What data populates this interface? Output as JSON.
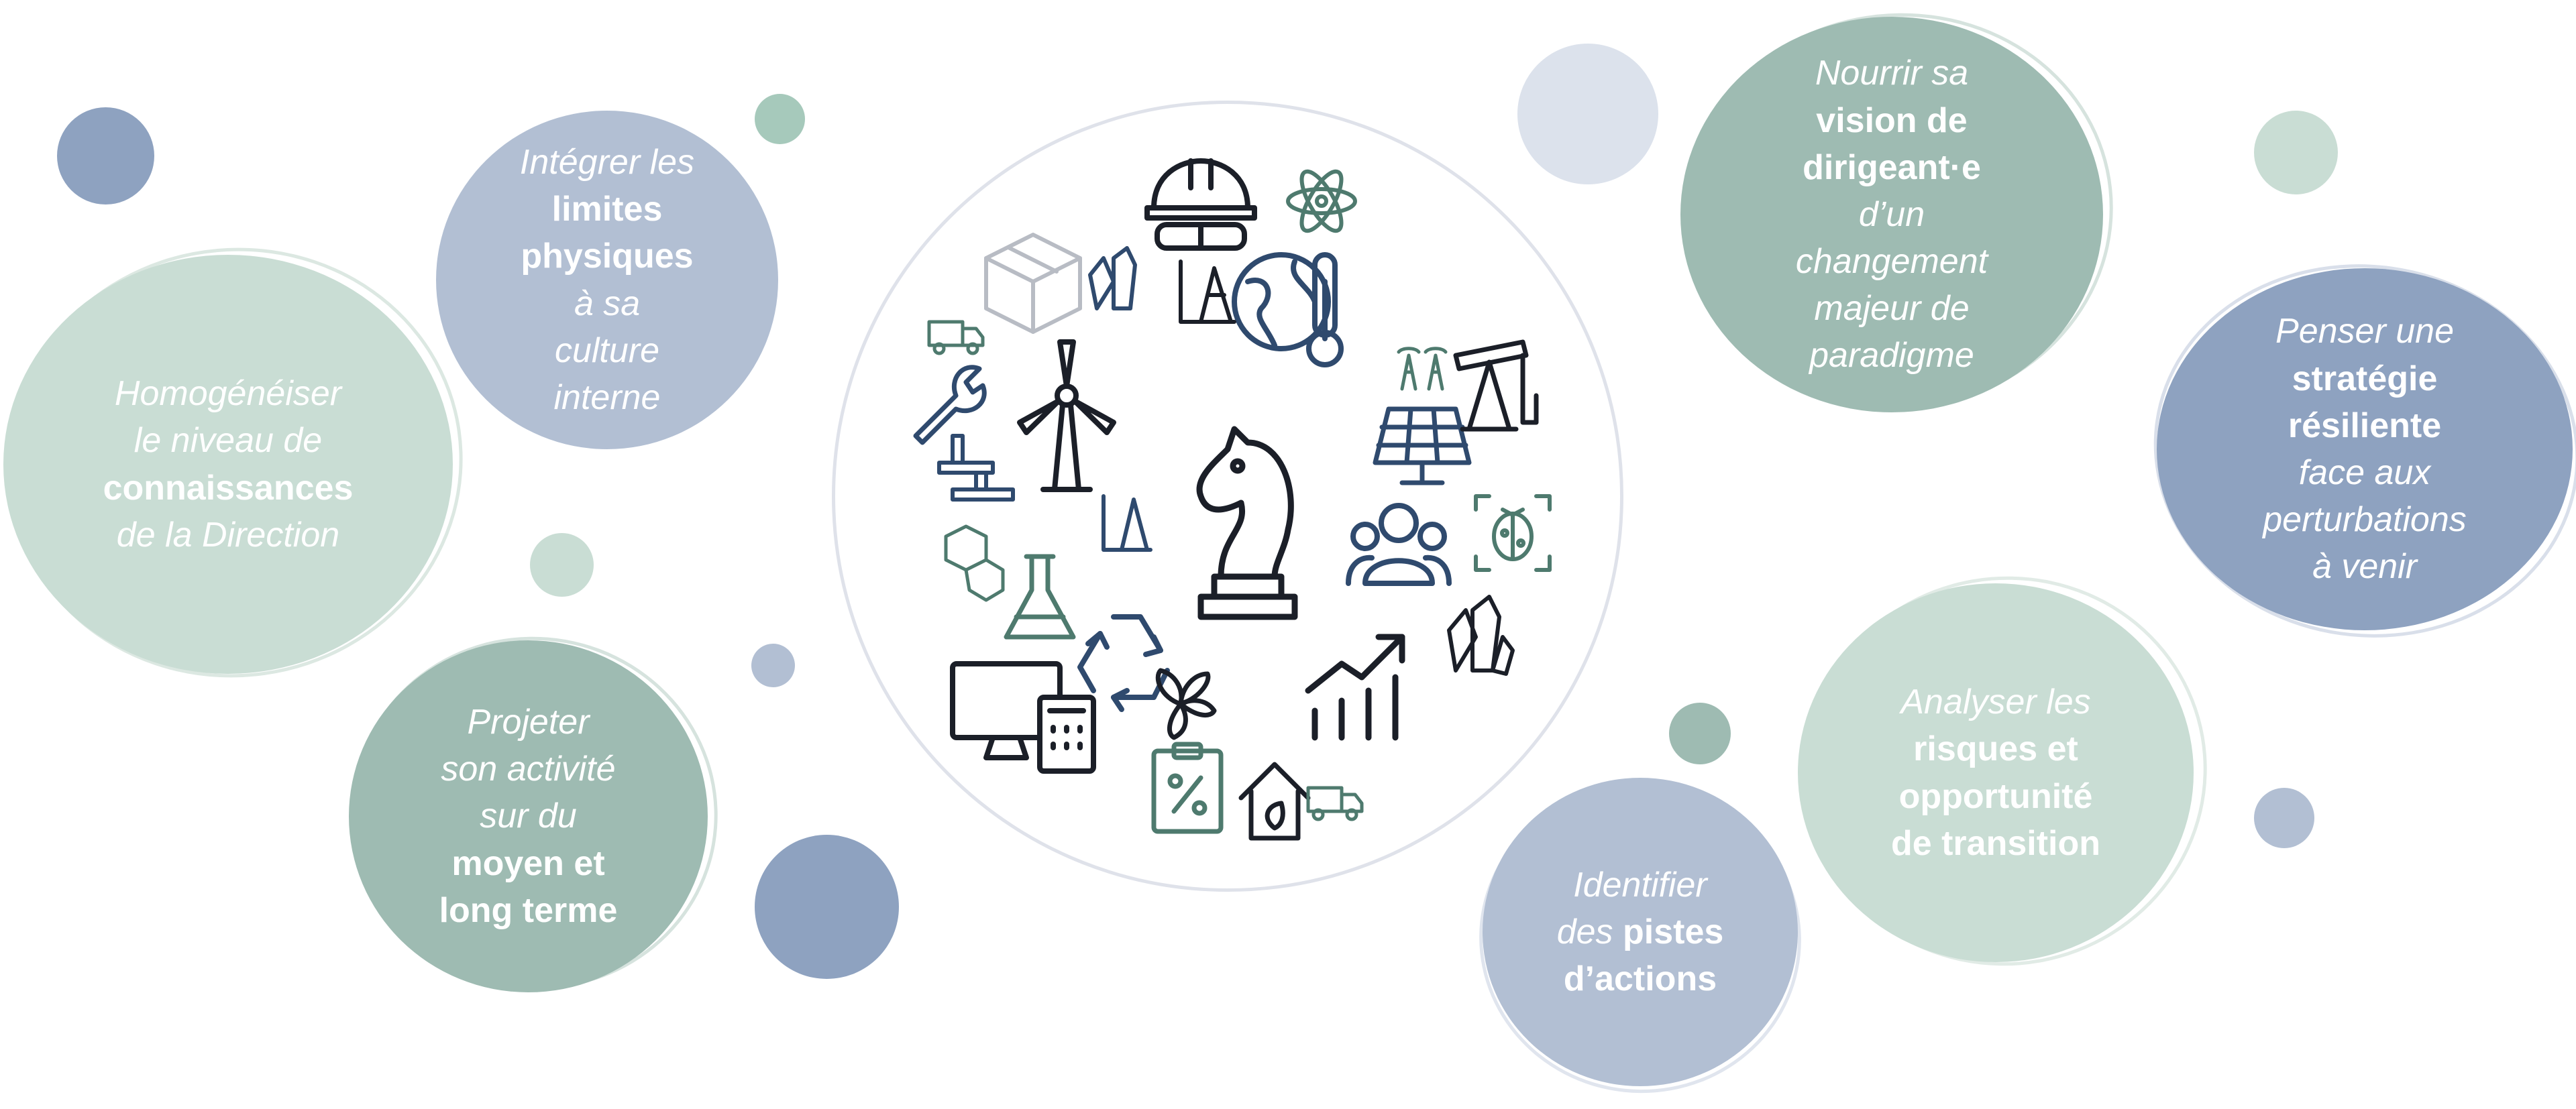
{
  "colors": {
    "mint": "#c9ddd4",
    "sage": "#9ebbb2",
    "lavender": "#b2bfd3",
    "steel": "#8ea2c0",
    "pale_blue": "#dce2ec",
    "icon_dark": "#1b1f28",
    "icon_navy": "#2f4a6e",
    "icon_green": "#4e7a6e",
    "icon_grey": "#b8bcc4"
  },
  "bubbles": {
    "integrer": {
      "l1": "Intégrer les",
      "b1": "limites",
      "b2": "physiques",
      "l2": "à sa",
      "l3": "culture",
      "l4": "interne"
    },
    "homogeneiser": {
      "l1": "Homogénéiser",
      "l2": "le niveau de",
      "b1": "connaissances",
      "l3": "de la Direction"
    },
    "projeter": {
      "l1": "Projeter",
      "l2": "son activité",
      "l3": "sur du",
      "b1": "moyen et",
      "b2": "long terme"
    },
    "nourrir": {
      "l1": "Nourrir sa",
      "b1": "vision de",
      "b2": "dirigeant·e",
      "l2": "d’un",
      "l3": "changement",
      "l4": "majeur de",
      "l5": "paradigme"
    },
    "penser": {
      "l1": "Penser une",
      "b1": "stratégie",
      "b2": "résiliente",
      "l2": "face aux",
      "l3": "perturbations",
      "l4": "à venir"
    },
    "analyser": {
      "l1": "Analyser les",
      "b1": "risques et",
      "b2": "opportunité",
      "b3": "de transition"
    },
    "identifier": {
      "l1": "Identifier",
      "l2": "des ",
      "b1": "pistes",
      "b2": "d’actions"
    }
  },
  "icons": [
    "chess-knight-icon",
    "wind-turbine-icon",
    "hard-hat-icon",
    "globe-thermometer-icon",
    "oil-pump-icon",
    "solar-panel-icon",
    "team-icon",
    "recycle-icon",
    "chemistry-flask-icon",
    "growth-chart-icon",
    "monitor-calculator-icon",
    "clipboard-percent-icon",
    "eco-house-icon",
    "wrench-icon",
    "atom-icon",
    "crystals-icon",
    "ladybug-icon",
    "leaves-icon",
    "truck-icon",
    "molecule-icon",
    "cube-icon",
    "antenna-icon",
    "drafting-tools-icon",
    "steel-beam-icon"
  ]
}
